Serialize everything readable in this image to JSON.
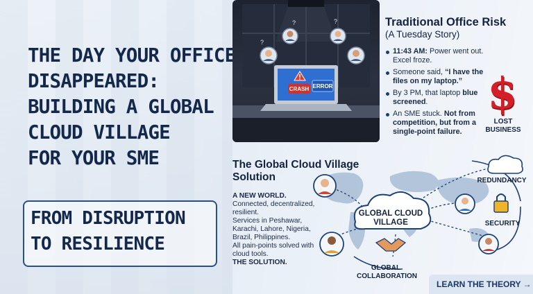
{
  "headline": {
    "title_lines": [
      "THE DAY YOUR OFFICE",
      "DISAPPEARED:",
      "BUILDING A GLOBAL",
      "CLOUD VILLAGE",
      "FOR YOUR SME"
    ],
    "tagline_lines": [
      "FROM DISRUPTION",
      "TO RESILIENCE"
    ]
  },
  "scene": {
    "screen_badges": [
      "CRASH",
      "ERROR"
    ],
    "question_mark": "?"
  },
  "risk": {
    "title": "Traditional Office Risk",
    "subtitle": "(A Tuesday Story)",
    "items": [
      {
        "pre": "11:43 AM:",
        "text": " Power went out. Excel froze."
      },
      {
        "pre": "",
        "text": "Someone said, ",
        "bold": "“I have the files on my laptop.”"
      },
      {
        "pre": "",
        "text": "By 3 PM, that laptop ",
        "bold": "blue screened",
        "post": "."
      },
      {
        "pre": "",
        "text": "An SME stuck. ",
        "bold": "Not from competition, but from a single-point failure."
      }
    ],
    "dollar_symbol": "$",
    "lost_label": "LOST BUSINESS"
  },
  "solution": {
    "title": "The Global Cloud Village Solution",
    "body": {
      "lead": "A NEW WORLD.",
      "line1": "Connected, decentralized, resilient.",
      "line2": "Services in Peshawar, Karachi, Lahore, Nigeria, Brazil, Philippines.",
      "line3": "All pain-points solved with cloud tools.",
      "closing": "THE SOLUTION."
    },
    "village_label": "GLOBAL CLOUD VILLAGE",
    "nodes": {
      "redundancy": "REDUNDANCY",
      "security": "SECURITY",
      "collaboration": "GLOBAL COLLABORATION"
    }
  },
  "cta": {
    "label": "LEARN THE THEORY →"
  },
  "colors": {
    "navy": "#13284a",
    "red": "#d32028",
    "accent_blue": "#2a4f87"
  }
}
